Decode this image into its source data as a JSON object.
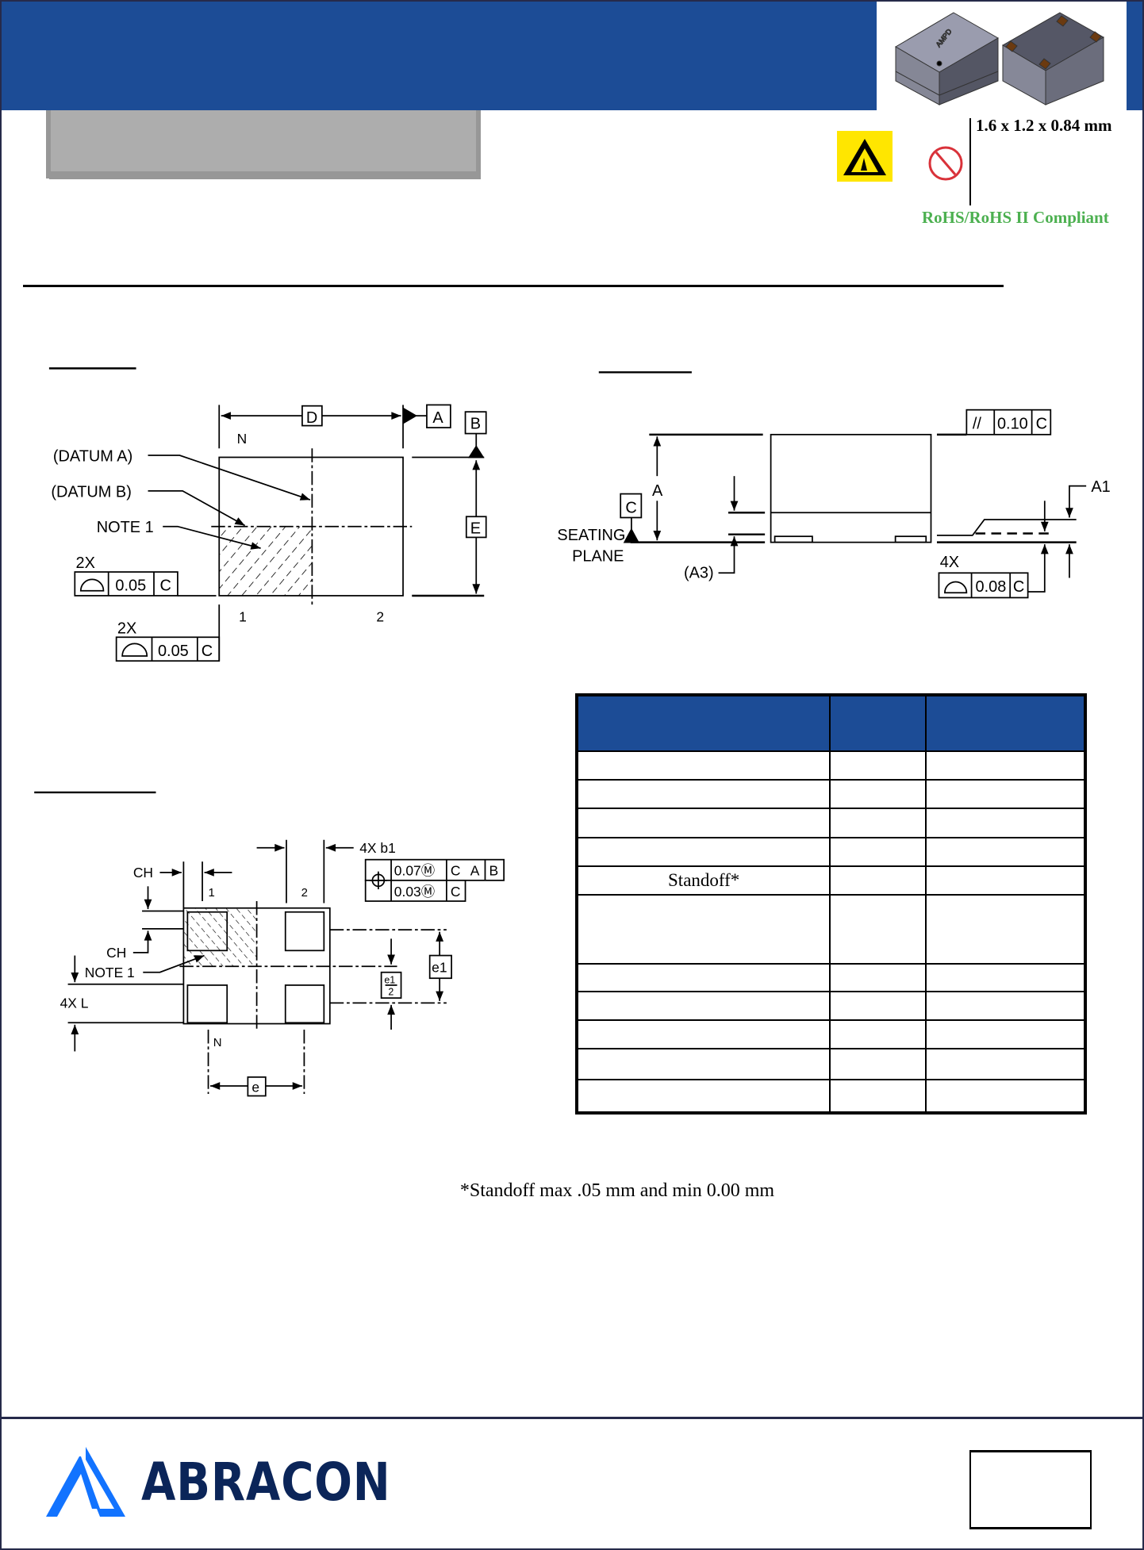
{
  "header": {
    "dimensions": "1.6 x 1.2 x 0.84 mm",
    "rohs": "RoHS/RoHS II Compliant",
    "product_marking": "AMPD",
    "icons": [
      "esd-warning-icon",
      "no-lead-icon"
    ],
    "colors": {
      "brand_blue": "#1c4c96",
      "rohs_green": "#4cb050"
    }
  },
  "top_view": {
    "datum_a": "(DATUM A)",
    "datum_b": "(DATUM B)",
    "note1": "NOTE 1",
    "d": "D",
    "a": "A",
    "b": "B",
    "e": "E",
    "n": "N",
    "pin1": "1",
    "pin2": "2",
    "fcf1": {
      "count": "2X",
      "tol": "0.05",
      "datum": "C"
    },
    "fcf2": {
      "count": "2X",
      "tol": "0.05",
      "datum": "C"
    }
  },
  "side_view": {
    "seating": "SEATING",
    "plane": "PLANE",
    "c": "C",
    "a": "A",
    "a3": "(A3)",
    "a1": "A1",
    "parallel": {
      "sym": "//",
      "tol": "0.10",
      "datum": "C"
    },
    "fcf": {
      "count": "4X",
      "tol": "0.08",
      "datum": "C"
    }
  },
  "land_pattern": {
    "ch_top": "CH",
    "ch_left": "CH",
    "note1": "NOTE 1",
    "l": "4X L",
    "b1": "4X b1",
    "pin1": "1",
    "pin2": "2",
    "n": "N",
    "e": "e",
    "e1": "e1",
    "e1_half_num": "e1",
    "e1_half_den": "2",
    "pos_fcf": {
      "row1": [
        "0.07Ⓜ",
        "C",
        "A",
        "B"
      ],
      "row2": [
        "0.03Ⓜ",
        "C"
      ]
    }
  },
  "table": {
    "header": [
      "",
      "",
      ""
    ],
    "rows": [
      [
        "",
        "",
        ""
      ],
      [
        "",
        "",
        ""
      ],
      [
        "",
        "",
        ""
      ],
      [
        "",
        "",
        ""
      ],
      [
        "Standoff*",
        "",
        ""
      ],
      [
        "",
        "",
        ""
      ],
      [
        "",
        "",
        ""
      ],
      [
        "",
        "",
        ""
      ],
      [
        "",
        "",
        ""
      ],
      [
        "",
        "",
        ""
      ],
      [
        "",
        "",
        ""
      ]
    ]
  },
  "footnote": "*Standoff max .05 mm and min 0.00 mm",
  "footer": {
    "logo": "ABRACON"
  }
}
